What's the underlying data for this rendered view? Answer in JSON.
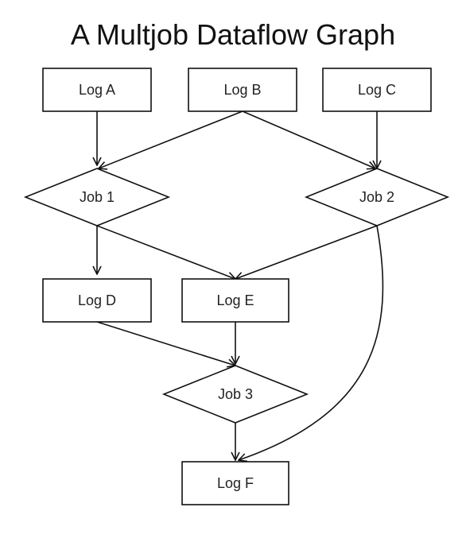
{
  "title": "A Multjob Dataflow Graph",
  "nodes": {
    "log_a": {
      "label": "Log A",
      "shape": "box"
    },
    "log_b": {
      "label": "Log B",
      "shape": "box"
    },
    "log_c": {
      "label": "Log C",
      "shape": "box"
    },
    "job_1": {
      "label": "Job 1",
      "shape": "diamond"
    },
    "job_2": {
      "label": "Job 2",
      "shape": "diamond"
    },
    "log_d": {
      "label": "Log D",
      "shape": "box"
    },
    "log_e": {
      "label": "Log E",
      "shape": "box"
    },
    "job_3": {
      "label": "Job 3",
      "shape": "diamond"
    },
    "log_f": {
      "label": "Log F",
      "shape": "box"
    }
  },
  "edges": [
    {
      "from": "log_a",
      "to": "job_1"
    },
    {
      "from": "log_b",
      "to": "job_1"
    },
    {
      "from": "log_b",
      "to": "job_2"
    },
    {
      "from": "log_c",
      "to": "job_2"
    },
    {
      "from": "job_1",
      "to": "log_d"
    },
    {
      "from": "job_1",
      "to": "log_e"
    },
    {
      "from": "job_2",
      "to": "log_e"
    },
    {
      "from": "job_2",
      "to": "log_f"
    },
    {
      "from": "log_d",
      "to": "job_3"
    },
    {
      "from": "log_e",
      "to": "job_3"
    },
    {
      "from": "job_3",
      "to": "log_f"
    }
  ],
  "colors": {
    "stroke": "#111111",
    "text": "#222222",
    "background": "#ffffff"
  }
}
